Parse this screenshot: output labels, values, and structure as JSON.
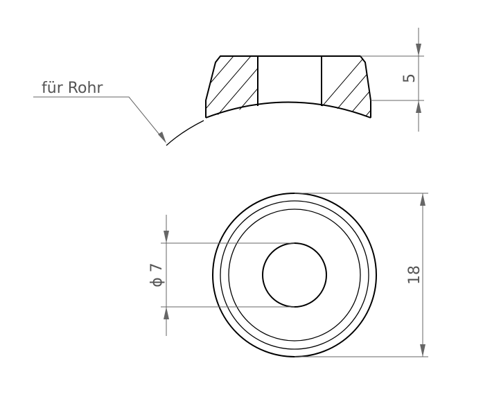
{
  "section_view": {
    "pipe_label": "für Rohr",
    "height_dimension": "5"
  },
  "top_view": {
    "bore_dimension": "ϕ 7",
    "outer_dimension": "18"
  },
  "colors": {
    "outline": "#000000",
    "dimension": "#666666",
    "text": "#555555"
  }
}
